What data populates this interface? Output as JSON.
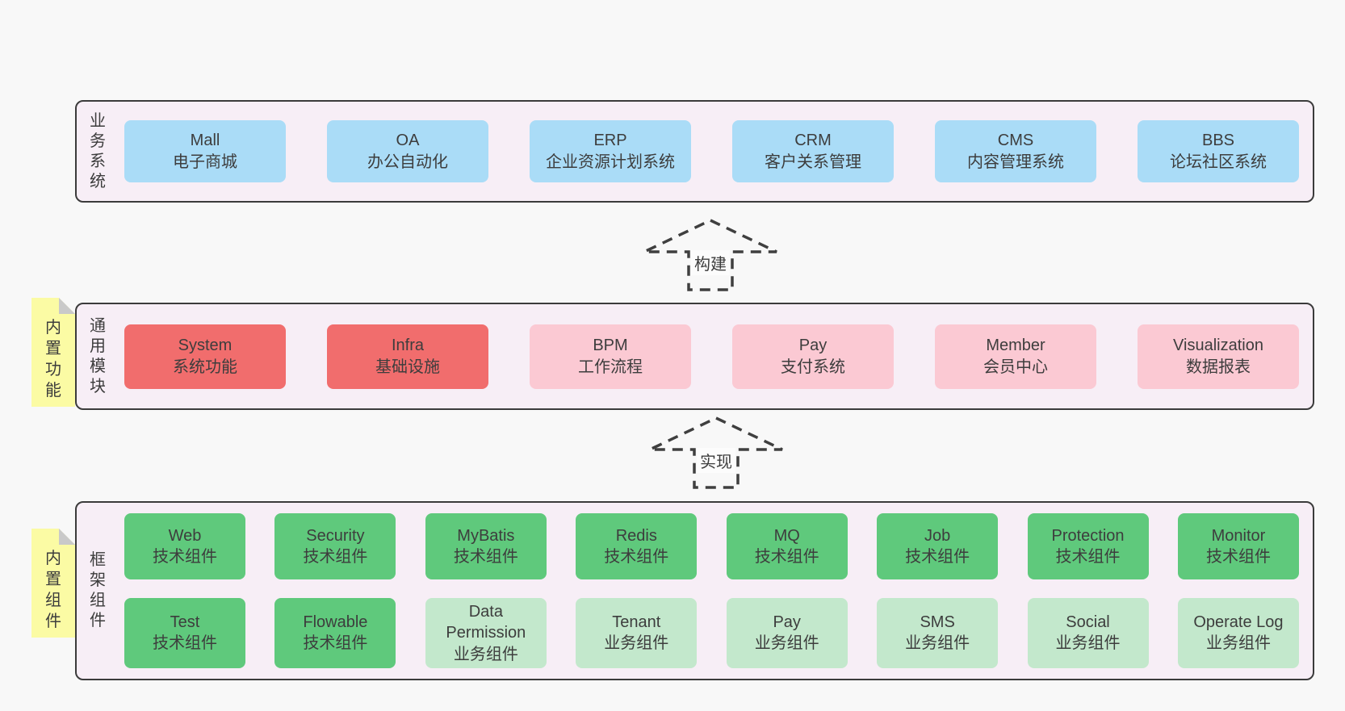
{
  "diagram": {
    "arrows": {
      "build": "构建",
      "implement": "实现"
    },
    "layers": [
      {
        "id": "business",
        "side_label": "业务系统",
        "note": "",
        "rows": [
          [
            {
              "en": "Mall",
              "zh": "电子商城",
              "color": "blue"
            },
            {
              "en": "OA",
              "zh": "办公自动化",
              "color": "blue"
            },
            {
              "en": "ERP",
              "zh": "企业资源计划系统",
              "color": "blue"
            },
            {
              "en": "CRM",
              "zh": "客户关系管理",
              "color": "blue"
            },
            {
              "en": "CMS",
              "zh": "内容管理系统",
              "color": "blue"
            },
            {
              "en": "BBS",
              "zh": "论坛社区系统",
              "color": "blue"
            }
          ]
        ]
      },
      {
        "id": "modules",
        "side_label": "通用模块",
        "note": "内置功能",
        "rows": [
          [
            {
              "en": "System",
              "zh": "系统功能",
              "color": "red"
            },
            {
              "en": "Infra",
              "zh": "基础设施",
              "color": "red"
            },
            {
              "en": "BPM",
              "zh": "工作流程",
              "color": "pink"
            },
            {
              "en": "Pay",
              "zh": "支付系统",
              "color": "pink"
            },
            {
              "en": "Member",
              "zh": "会员中心",
              "color": "pink"
            },
            {
              "en": "Visualization",
              "zh": "数据报表",
              "color": "pink"
            }
          ]
        ]
      },
      {
        "id": "components",
        "side_label": "框架组件",
        "note": "内置组件",
        "rows": [
          [
            {
              "en": "Web",
              "zh": "技术组件",
              "color": "green"
            },
            {
              "en": "Security",
              "zh": "技术组件",
              "color": "green"
            },
            {
              "en": "MyBatis",
              "zh": "技术组件",
              "color": "green"
            },
            {
              "en": "Redis",
              "zh": "技术组件",
              "color": "green"
            },
            {
              "en": "MQ",
              "zh": "技术组件",
              "color": "green"
            },
            {
              "en": "Job",
              "zh": "技术组件",
              "color": "green"
            },
            {
              "en": "Protection",
              "zh": "技术组件",
              "color": "green"
            },
            {
              "en": "Monitor",
              "zh": "技术组件",
              "color": "green"
            }
          ],
          [
            {
              "en": "Test",
              "zh": "技术组件",
              "color": "green"
            },
            {
              "en": "Flowable",
              "zh": "技术组件",
              "color": "green"
            },
            {
              "en": "Data Permission",
              "zh": "业务组件",
              "color": "lightgreen"
            },
            {
              "en": "Tenant",
              "zh": "业务组件",
              "color": "lightgreen"
            },
            {
              "en": "Pay",
              "zh": "业务组件",
              "color": "lightgreen"
            },
            {
              "en": "SMS",
              "zh": "业务组件",
              "color": "lightgreen"
            },
            {
              "en": "Social",
              "zh": "业务组件",
              "color": "lightgreen"
            },
            {
              "en": "Operate Log",
              "zh": "业务组件",
              "color": "lightgreen"
            }
          ]
        ]
      }
    ],
    "colors": {
      "blue": "#aadcf7",
      "red": "#f16d6d",
      "pink": "#fbc9d3",
      "green": "#5fc97c",
      "lightgreen": "#c3e8cc",
      "layer_bg": "#f7eef6",
      "layer_border": "#3b3b3b",
      "note_bg": "#fbfba4",
      "note_fold": "#c9c9c9",
      "text": "#3d3d3d",
      "page_bg": "#f8f8f8"
    }
  }
}
